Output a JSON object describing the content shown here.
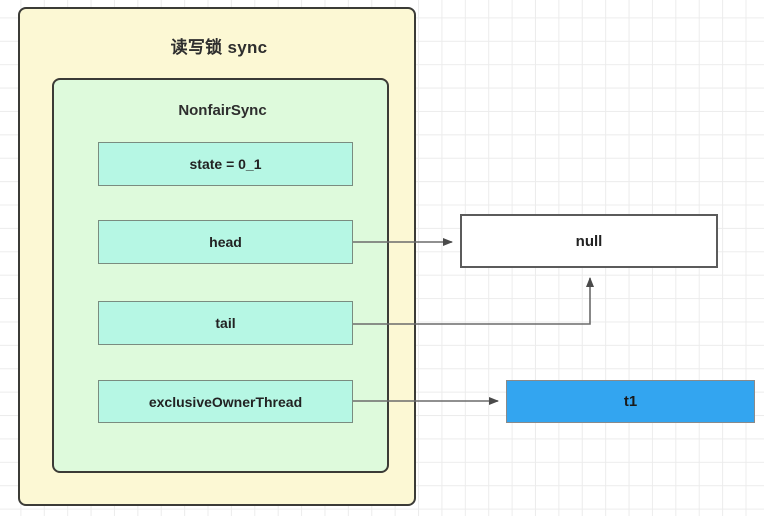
{
  "diagram": {
    "title": "读写锁 sync",
    "outer": {
      "label": "读写锁 sync",
      "fill": "#fcf8d4",
      "stroke": "#3b3b36"
    },
    "inner": {
      "label": "NonfairSync",
      "fill": "#defadc",
      "stroke": "#3b3b36"
    },
    "fields": [
      {
        "name": "state",
        "label": "state = 0_1",
        "fill": "#b6f7e4"
      },
      {
        "name": "head",
        "label": "head",
        "fill": "#b6f7e4"
      },
      {
        "name": "tail",
        "label": "tail",
        "fill": "#b6f7e4"
      },
      {
        "name": "exclusiveOwnerThread",
        "label": "exclusiveOwnerThread",
        "fill": "#b6f7e4"
      }
    ],
    "targets": [
      {
        "name": "null",
        "label": "null",
        "fill": "#ffffff",
        "stroke": "#5b5b5b"
      },
      {
        "name": "t1",
        "label": "t1",
        "fill": "#33a5f0",
        "stroke": "#8a8a8a"
      }
    ],
    "edges": [
      {
        "from": "head",
        "to": "null",
        "style": "solid-arrow"
      },
      {
        "from": "tail",
        "to": "null",
        "style": "solid-arrow"
      },
      {
        "from": "exclusiveOwnerThread",
        "to": "t1",
        "style": "solid-arrow"
      }
    ],
    "edge_color": "#6b6b6b",
    "grid_color": "#ececec"
  }
}
